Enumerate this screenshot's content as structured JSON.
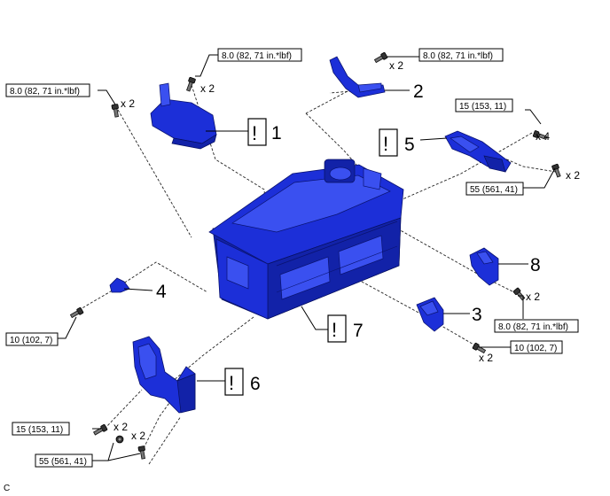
{
  "torque_specs": {
    "part1_bolt": "8.0 (82, 71 in.*lbf)",
    "part1_bolt_left": "8.0 (82, 71 in.*lbf)",
    "part2_bolt": "8.0 (82, 71 in.*lbf)",
    "part5_bolt": "15 (153, 11)",
    "part5_nut": "55 (561, 41)",
    "part8_bolt": "8.0 (82, 71 in.*lbf)",
    "part3_bolt": "10 (102, 7)",
    "part4_bolt": "10 (102, 7)",
    "part6_bolt": "15 (153, 11)",
    "part6_nut": "55 (561, 41)"
  },
  "quantities": {
    "part1_bolt": "x 2",
    "part1_bolt_left": "x 2",
    "part2_bolt": "x 2",
    "part5_bolt": "x 4",
    "part5_nut": "x 2",
    "part8_bolt": "x 2",
    "part3_bolt": "x 2",
    "part6_bolt": "x 2",
    "part6_nut": "x 2"
  },
  "callouts": {
    "p1": "1",
    "p2": "2",
    "p3": "3",
    "p4": "4",
    "p5": "5",
    "p6": "6",
    "p7": "7",
    "p8": "8"
  },
  "warning_symbol": "!",
  "corner_code": "C",
  "colors": {
    "part_blue": "#1c2fd8"
  }
}
